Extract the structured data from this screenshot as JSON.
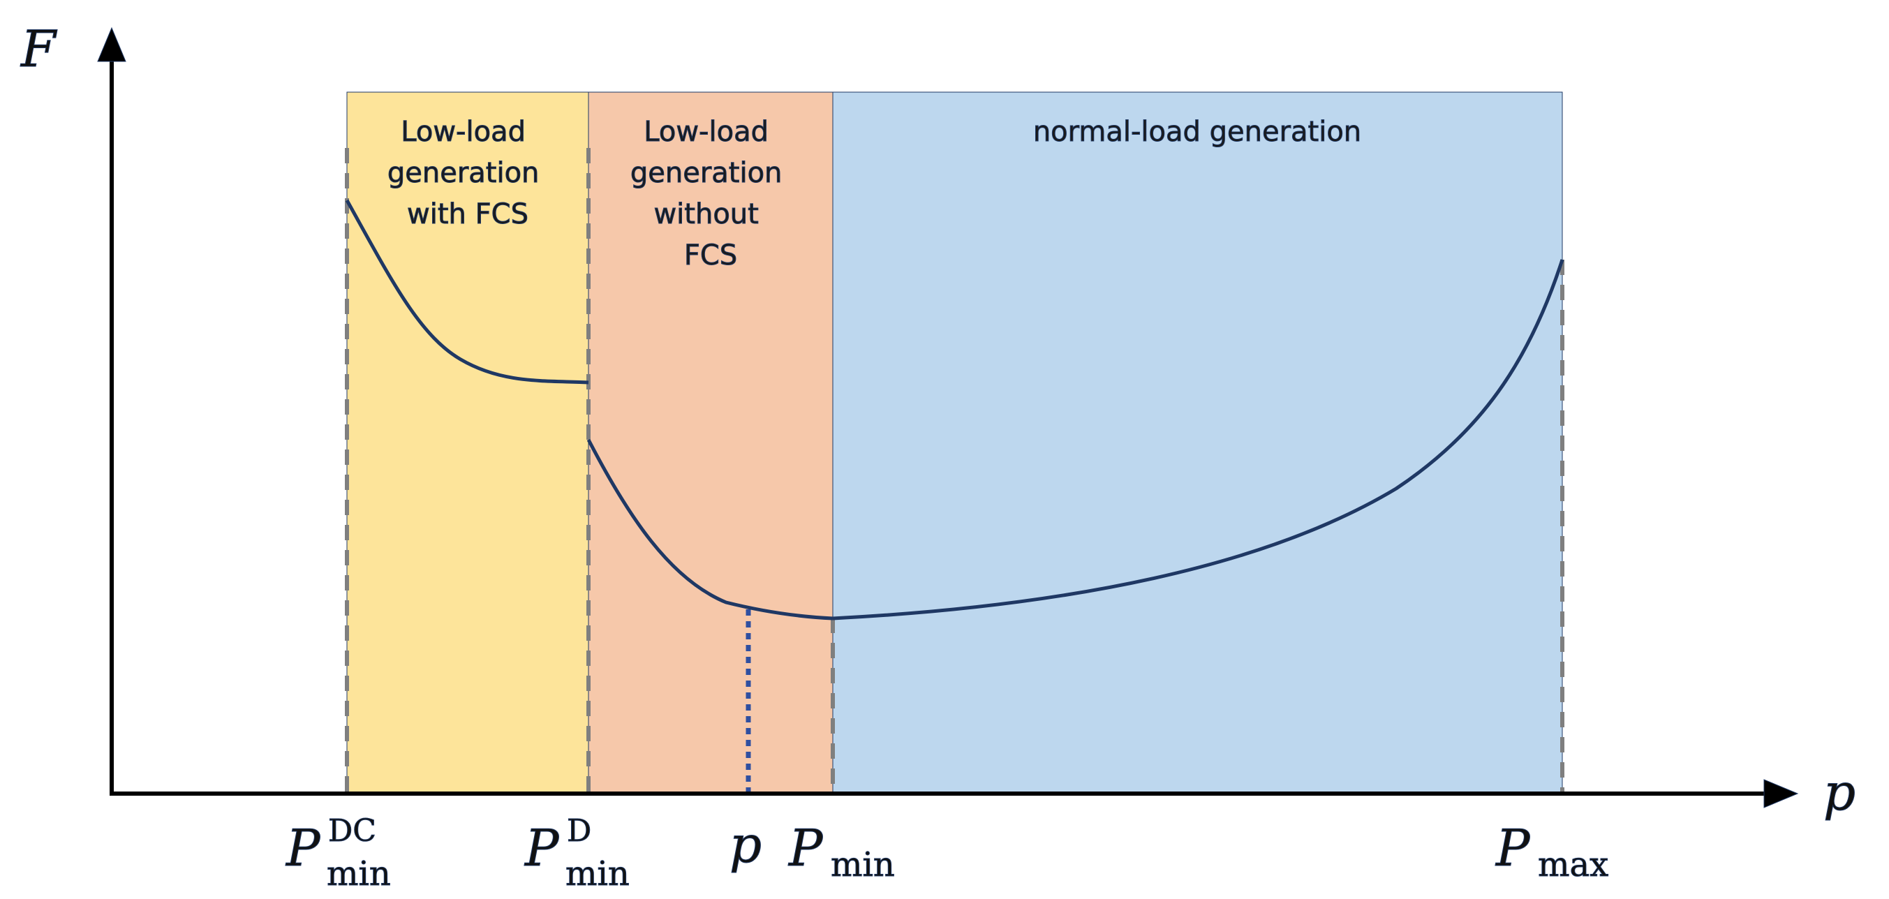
{
  "axes": {
    "y_label": "F",
    "x_label": "p"
  },
  "regions": [
    {
      "key": "fcs",
      "lines": [
        "Low-load",
        "generation",
        "with FCS"
      ],
      "color": "#fde49a"
    },
    {
      "key": "nofcs",
      "lines": [
        "Low-load",
        "generation",
        "without",
        "FCS"
      ],
      "color": "#f6c8aa"
    },
    {
      "key": "normal",
      "lines": [
        "normal-load generation"
      ],
      "color": "#bdd7ee"
    }
  ],
  "ticks": {
    "pdc_min": {
      "main": "P",
      "sup": "DC",
      "sub": "min"
    },
    "pd_min": {
      "main": "P",
      "sup": "D",
      "sub": "min"
    },
    "p": {
      "main": "p"
    },
    "p_min": {
      "main": "P",
      "sub": "min"
    },
    "p_max": {
      "main": "P",
      "sub": "max"
    }
  },
  "colors": {
    "curve": "#1f3864",
    "dashed": "#7f7f7f",
    "marker": "#2f4fa0",
    "axis": "#000000"
  }
}
